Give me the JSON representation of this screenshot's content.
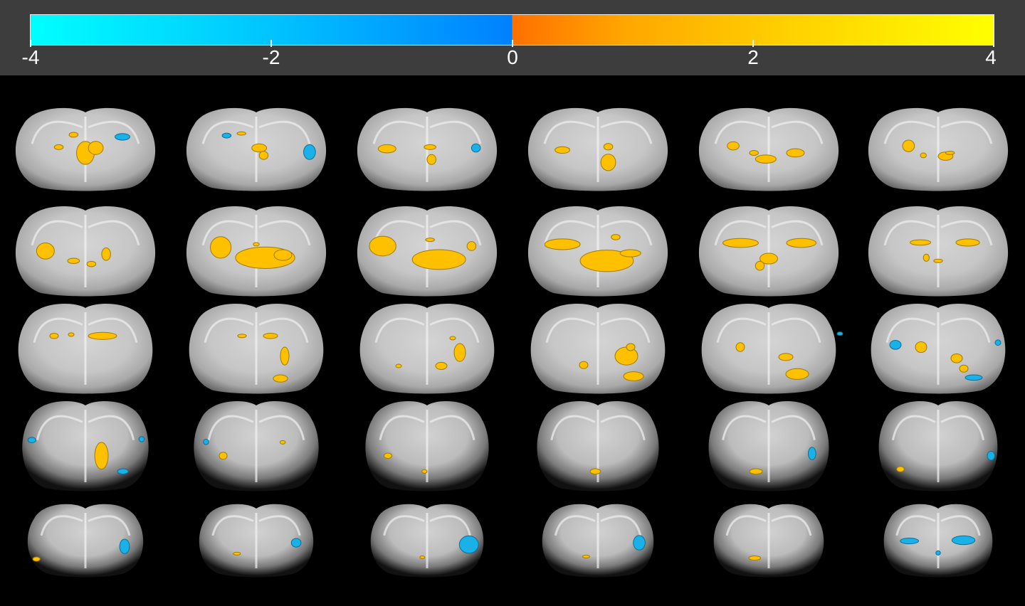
{
  "colorbar": {
    "min": -4,
    "max": 4,
    "ticks": [
      "-4",
      "-2",
      "0",
      "2",
      "4"
    ],
    "negative_colors": [
      "#00ffff",
      "#0080ff"
    ],
    "positive_colors": [
      "#ff7000",
      "#ffff00"
    ]
  },
  "slices": {
    "rows": 5,
    "columns": 6,
    "count": 30,
    "view": "coronal",
    "background": "#000000",
    "positive_overlay_color": "#ffc000",
    "negative_overlay_color": "#1ab0e8"
  }
}
